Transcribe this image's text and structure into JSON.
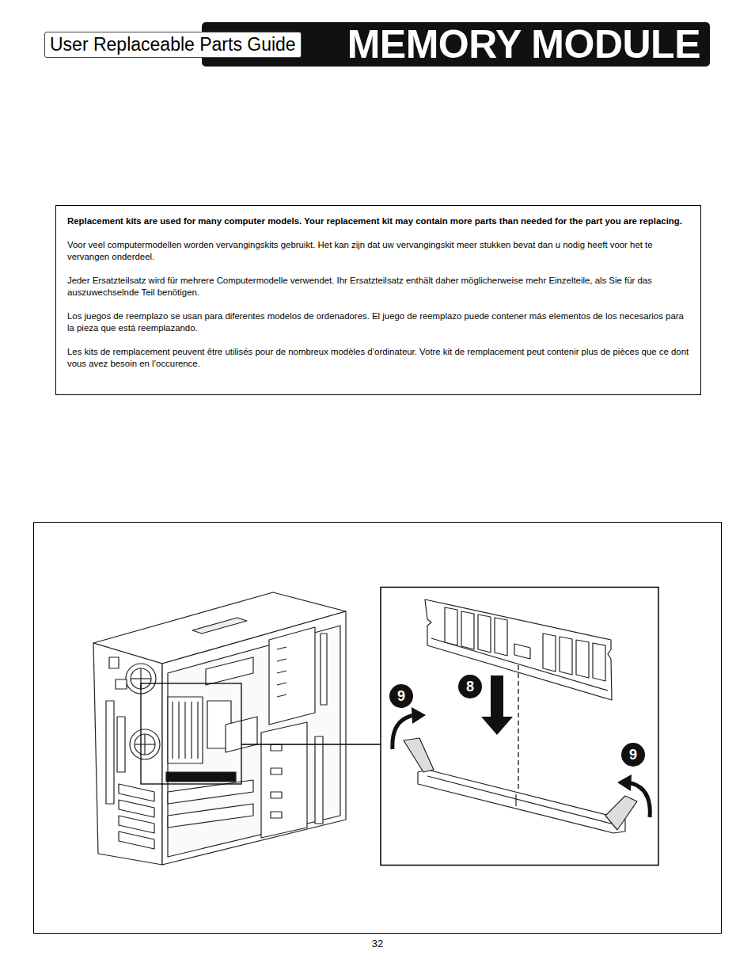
{
  "diagram": {
    "title": "MEMORY MODULE",
    "nodes": [
      {
        "text": [
          "User Replaceable Parts Guide"
        ]
      },
      {
        "text": [
          "Replacement kits are used for many computer models.  Your replacement kit may contain more parts than needed for the part you are replacing.",
          "Voor veel computermodellen worden vervangingskits gebruikt. Het kan zijn dat uw vervangingskit meer stukken bevat dan u nodig heeft voor het te vervangen onderdeel.",
          "Jeder Ersatzteilsatz wird für mehrere Computermodelle verwendet. Ihr Ersatzteilsatz enthält daher möglicherweise mehr Einzelteile, als Sie für das auszuwechselnde Teil benötigen.",
          "Los juegos de reemplazo se usan para diferentes modelos de ordenadores. El juego de reemplazo puede contener más elementos de los necesarios para la pieza que está reemplazando.",
          "Les kits de remplacement peuvent être utilisés pour de nombreux modèles d’ordinateur. Votre kit de remplacement peut contenir plus de pièces que ce dont vous avez besoin en l’occurence."
        ]
      },
      {
        "text": [
          "9"
        ]
      },
      {
        "text": [
          "8"
        ]
      },
      {
        "text": [
          "9"
        ]
      }
    ],
    "edges": [],
    "labels": [
      "32"
    ]
  }
}
